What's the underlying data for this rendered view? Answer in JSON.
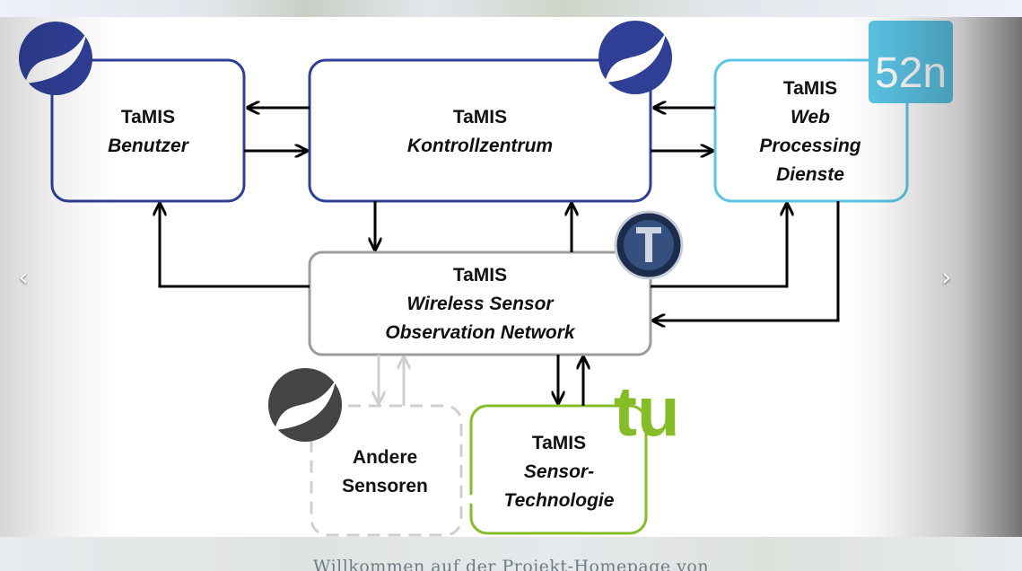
{
  "carousel": {
    "prev_label": "‹",
    "next_label": "›",
    "indicators": 2,
    "active_index": 0
  },
  "diagram": {
    "boxes": {
      "benutzer": {
        "line1": "TaMIS",
        "line2": "Benutzer"
      },
      "kontrollzentrum": {
        "line1": "TaMIS",
        "line2": "Kontrollzentrum"
      },
      "web_processing": {
        "line1": "TaMIS",
        "line2": "Web",
        "line3": "Processing",
        "line4": "Dienste"
      },
      "wireless": {
        "line1": "TaMIS",
        "line2": "Wireless Sensor",
        "line3": "Observation Network"
      },
      "andere": {
        "line1": "Andere",
        "line2": "Sensoren"
      },
      "sensor_tech": {
        "line1": "TaMIS",
        "line2": "Sensor-",
        "line3": "Technologie"
      }
    },
    "logos": {
      "n52": "52n",
      "tu": "tu"
    },
    "colors": {
      "dark_blue": "#2f3f96",
      "light_blue": "#5bc5e6",
      "gray": "#9c9c9c",
      "light_gray": "#cfcfcf",
      "green": "#86bc25"
    }
  },
  "welcome_text": "Willkommen auf der Projekt-Homepage von"
}
